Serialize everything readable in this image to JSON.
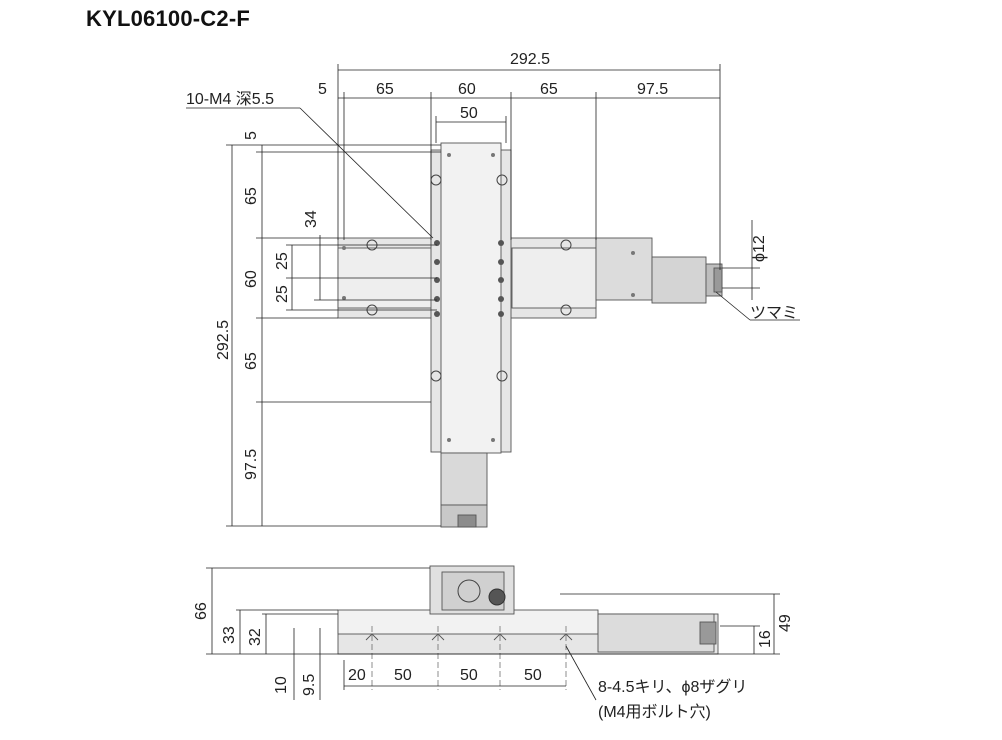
{
  "title": "KYL06100-C2-F",
  "dims": {
    "total_w": "292.5",
    "d5_top": "5",
    "d65a": "65",
    "d60": "60",
    "d65b": "65",
    "d97_5": "97.5",
    "d50_top": "50",
    "tap_note": "10-M4 深5.5",
    "l5": "5",
    "l65a": "65",
    "l34": "34",
    "l60": "60",
    "l25a": "25",
    "l25b": "25",
    "l292_5": "292.5",
    "l65b": "65",
    "l97_5": "97.5",
    "phi12": "ϕ12",
    "knob": "ツマミ",
    "h66": "66",
    "h33": "33",
    "h32": "32",
    "h10": "10",
    "h9_5": "9.5",
    "b20": "20",
    "b50a": "50",
    "b50b": "50",
    "b50c": "50",
    "h49": "49",
    "h16": "16",
    "bolt_note1": "8-4.5キリ、ϕ8ザグリ",
    "bolt_note2": "(M4用ボルト穴)"
  },
  "colors": {
    "base_fill": "#e6e6e6",
    "table_fill": "#f2f2f2",
    "motor_fill": "#d9d9d9",
    "dark_fill": "#8c8c8c",
    "line": "#222222"
  }
}
